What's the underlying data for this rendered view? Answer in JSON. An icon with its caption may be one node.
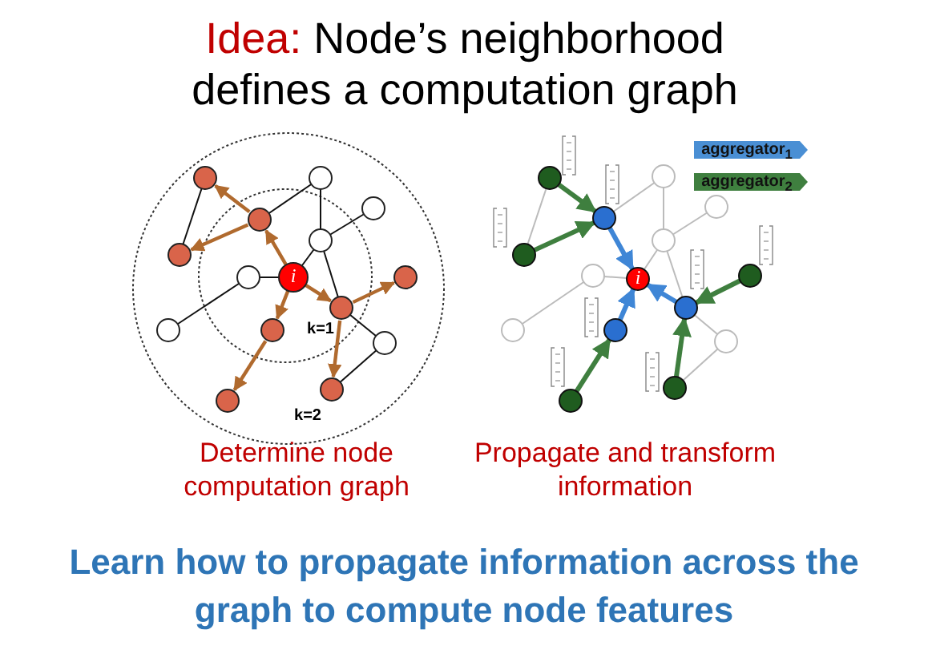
{
  "diagram": {
    "title": "Idea: Node’s neighborhood defines a computation graph",
    "caption": "Learn how to propagate information across the graph to compute node features",
    "labels": [
      "i",
      "k=1",
      "k=2",
      "Determine node computation graph",
      "i",
      "Propagate and transform information"
    ],
    "legend": [
      {
        "text": "aggregator$_{1}$",
        "color": "#4a8fd4"
      },
      {
        "text": "aggregator$_{2}$",
        "color": "#3f7f3f"
      }
    ]
  }
}
